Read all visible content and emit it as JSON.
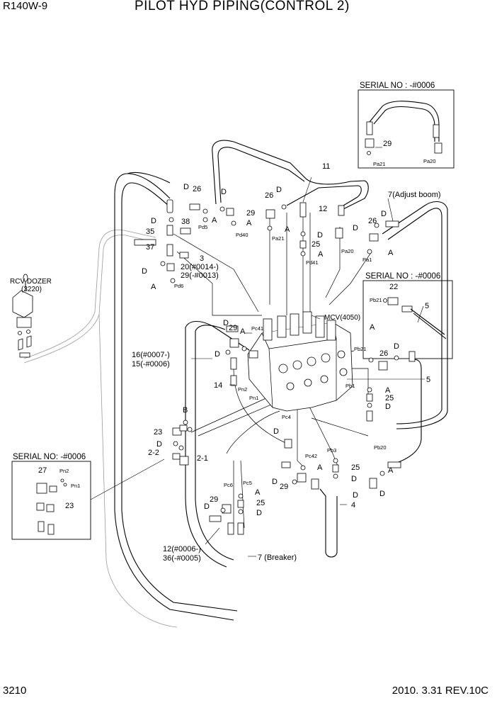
{
  "header": {
    "model": "R140W-9",
    "title": "PILOT HYD PIPING(CONTROL 2)"
  },
  "footer": {
    "page": "3210",
    "revision": "2010. 3.31  REV.10C"
  },
  "labels": {
    "serial_top": "SERIAL NO : -#0006",
    "serial_mid": "SERIAL NO : -#0006",
    "serial_left": "SERIAL NO: -#0006",
    "rcv_dozer": "RCV DOZER",
    "rcv_dozer_ref": "(3220)",
    "mcv": "MCV(4050)",
    "adjust_boom": "7(Adjust boom)",
    "breaker": "7 (Breaker)",
    "p16": "16(#0007-)",
    "p15": "15(-#0006)",
    "p20": "20(#0014-)",
    "p29r": "29(-#0013)",
    "p12r": "12(#0006-)",
    "p36": "36(-#0005)",
    "n2_2": "2-2",
    "n2_1": "2-1",
    "n3": "3",
    "n4": "4",
    "n5": "5",
    "n5b": "5",
    "n11": "11",
    "n12": "12",
    "n14": "14",
    "n22": "22",
    "n23": "23",
    "n23b": "23",
    "n25a": "25",
    "n25b": "25",
    "n25c": "25",
    "n25d": "25",
    "n26a": "26",
    "n26b": "26",
    "n26c": "26",
    "n26d": "26",
    "n27": "27",
    "n29a": "29",
    "n29b": "29",
    "n29c": "29",
    "n29d": "29",
    "n29e": "29",
    "n35": "35",
    "n37": "37",
    "n38": "38",
    "B": "B",
    "A": "A",
    "D": "D",
    "ports": {
      "pd5": "Pd5",
      "pd40": "Pd40",
      "pa21": "Pa21",
      "pa20": "Pa20",
      "pd41": "Pd41",
      "pa1": "Pa1",
      "pd6": "Pd6",
      "pc41": "Pc41",
      "pb21": "Pb21",
      "pb1": "Pb1",
      "pn2": "Pn2",
      "pn1": "Pn1",
      "pc4": "Pc4",
      "pb20": "Pb20",
      "pb3": "Pb3",
      "pc42": "Pc42",
      "pc6": "Pc6",
      "pc5": "Pc5",
      "box_pa21": "Pa21",
      "box_pa20": "Pa20",
      "box_pb21": "Pb21",
      "box_pn2": "Pn2",
      "box_pn1": "Pn1"
    }
  }
}
